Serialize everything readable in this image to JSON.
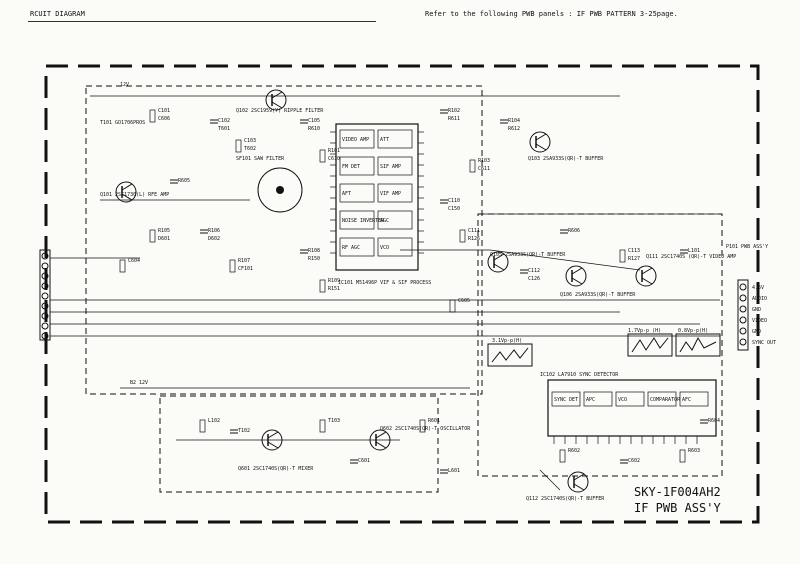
{
  "header": {
    "title": "RCUIT DIAGRAM",
    "reference": "Refer to the following PWB panels : IF PWB PATTERN 3-25page."
  },
  "board": {
    "model": "SKY-1F004AH2",
    "name": "IF PWB ASS'Y",
    "supply_12v": "12V",
    "supply_b2": "B2 12V",
    "connector": "P101 PWB ASS'Y"
  },
  "blocks": [
    {
      "id": "q102",
      "label": "Q102 2SC1959(Y) RIPPLE FILTER"
    },
    {
      "id": "t101",
      "label": "T101 GO1706PROS"
    },
    {
      "id": "q101",
      "label": "Q101 2SC1730(L) RFE AMP"
    },
    {
      "id": "sf101",
      "label": "SF101 SAW FILTER"
    },
    {
      "id": "ic101",
      "label": "IC101 M51496P VIF & SIF PROCESS"
    },
    {
      "id": "q103",
      "label": "Q103 2SA933S(QR)-T BUFFER"
    },
    {
      "id": "q105",
      "label": "Q105 2SA933S(QR)-T BUFFER"
    },
    {
      "id": "q106",
      "label": "Q106 2SA933S(QR)-T BUFFER"
    },
    {
      "id": "q111",
      "label": "Q111 2SC1740S (QR)-T VIDEO AMP"
    },
    {
      "id": "q601",
      "label": "Q601 2SC1740S(QR)-T MIXER"
    },
    {
      "id": "q602",
      "label": "Q602 2SC1740S(QR)-T OSCILLATOR"
    },
    {
      "id": "ic102",
      "label": "IC102 LA7910 SYNC DETECTOR"
    },
    {
      "id": "q112",
      "label": "Q112 2SC1740S(QR)-T BUFFER"
    }
  ],
  "ic101_blocks": [
    "VIDEO AMP",
    "ATT",
    "FM DET",
    "SIF AMP",
    "AFT",
    "VIF AMP",
    "NOISE INVERTER",
    "AGC",
    "RF AGC",
    "VCO"
  ],
  "ic102_blocks": [
    "SYNC DET",
    "APC",
    "VCO",
    "COMPARATOR",
    "AFC"
  ],
  "io_labels": [
    "4.5V",
    "AUDIO",
    "GND",
    "VIDEO",
    "GND",
    "SYNC OUT"
  ],
  "waveform_labels": [
    "1.7Vp-p (H)",
    "0.8Vp-p(H)",
    "3.1Vp-p(H)"
  ],
  "part_labels": [
    "C101",
    "C102",
    "C103",
    "C105",
    "R101",
    "R102",
    "R103",
    "R104",
    "R105",
    "R106",
    "R107",
    "R108",
    "R109",
    "C110",
    "C111",
    "C112",
    "C113",
    "L101",
    "L102",
    "T102",
    "T103",
    "C601",
    "R601",
    "L601",
    "R602",
    "C602",
    "R603",
    "R604",
    "C604",
    "R605",
    "C605",
    "R606",
    "C606",
    "T601",
    "T602",
    "R610",
    "C610",
    "R611",
    "C611",
    "R612",
    "D601",
    "D602",
    "CF101",
    "R150",
    "R151",
    "C150",
    "R126",
    "C126",
    "R127"
  ]
}
